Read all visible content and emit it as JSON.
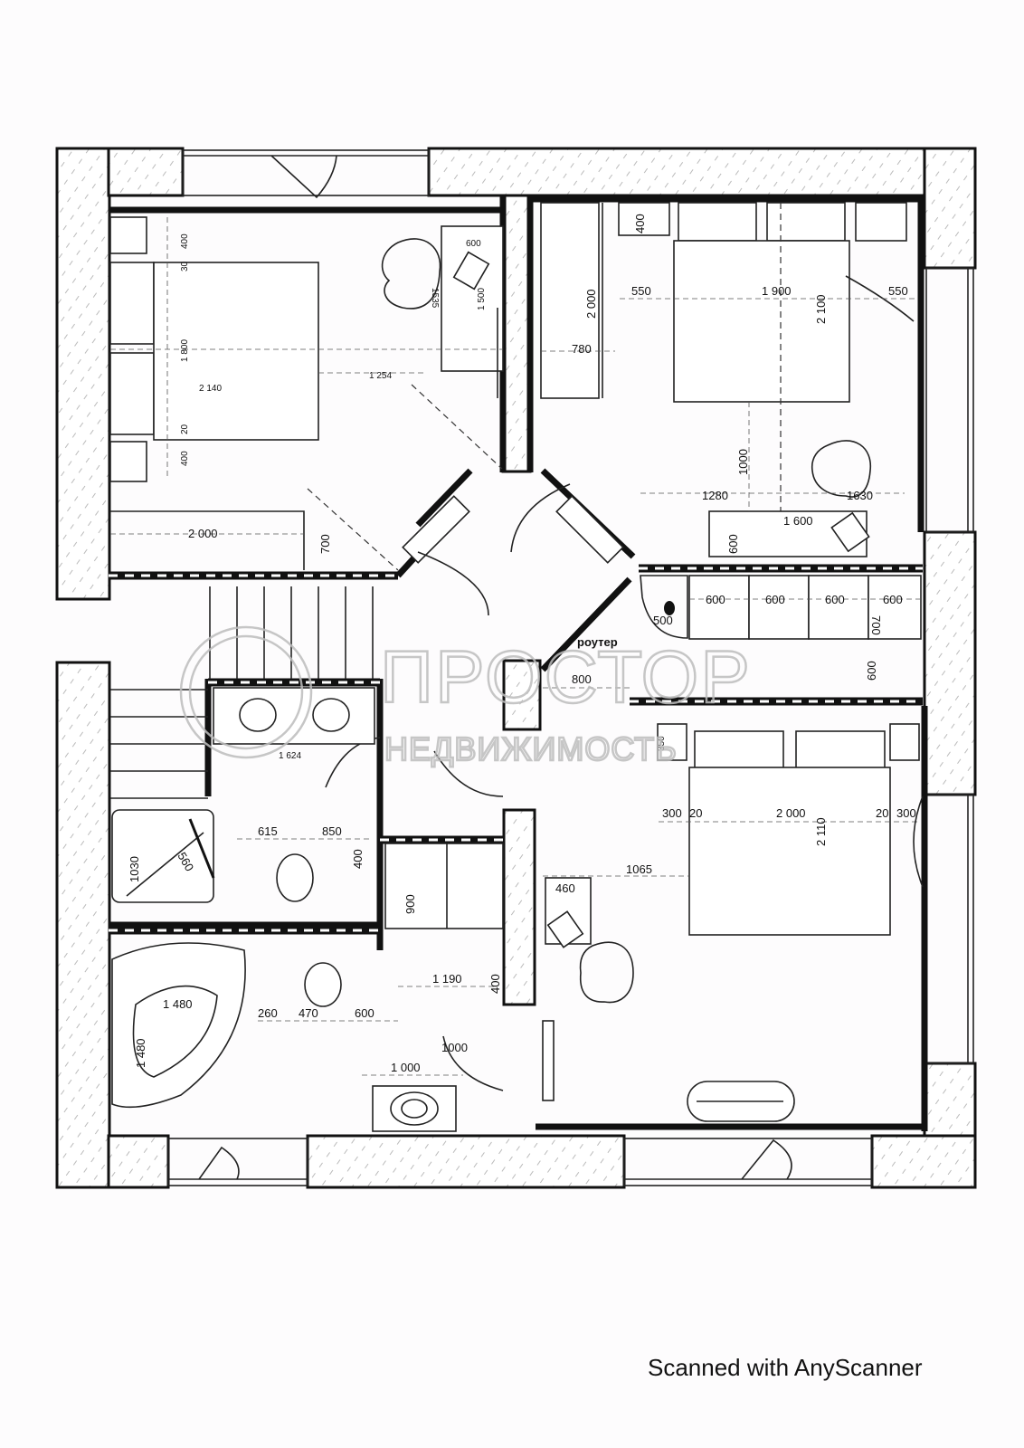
{
  "watermark": {
    "brand_line1": "ПРОСТОР",
    "brand_line2": "НЕДВИЖИМОСТЬ"
  },
  "footer": {
    "scan_caption": "Scanned with AnyScanner"
  },
  "rooms": {
    "bedroom_top_left": {
      "dims": {
        "top_400": "400",
        "gap_30": "30",
        "bed_1800": "1 800",
        "bed_length_2140": "2 140",
        "to_desk_1254": "1 254",
        "gap_20": "20",
        "bottom_400": "400",
        "desk_600": "600",
        "chair_1535": "1535",
        "desk_1500": "1 500",
        "wardrobe_2000": "2 000",
        "wardrobe_700": "700"
      }
    },
    "bedroom_top_right": {
      "dims": {
        "nightstand_400": "400",
        "wardrobe_2000": "2 000",
        "left_550": "550",
        "bed_1900": "1 900",
        "bed_2100": "2 100",
        "right_550": "550",
        "wardrobe_780": "780",
        "clear_1000": "1000",
        "desk_offset_1280": "1280",
        "chair_1630": "1630",
        "desk_1600": "1 600",
        "desk_depth_600": "600"
      }
    },
    "hall_storage": {
      "dims": {
        "corner_500": "500",
        "cab_1": "600",
        "cab_2": "600",
        "cab_3": "600",
        "depth_700": "700",
        "cab_4": "600",
        "depth_600": "600"
      }
    },
    "hall": {
      "router_label": "роутер",
      "dims": {
        "width_800": "800"
      }
    },
    "bathroom_upper": {
      "dims": {
        "vanity_1624": "1 624",
        "shower_1030": "1030",
        "shower_560": "560",
        "wc_615": "615",
        "wc_850": "850",
        "wc_400": "400",
        "cabinet_900": "900"
      }
    },
    "bathroom_lower": {
      "dims": {
        "bath_1480a": "1 480",
        "bath_1480b": "1 480",
        "gap_260": "260",
        "bidet_470": "470",
        "gap_600": "600",
        "width_1190": "1 190",
        "rail_400": "400",
        "door_1000": "1000",
        "basin_1000": "1 000"
      }
    },
    "bedroom_bottom_right": {
      "dims": {
        "nightstand_350": "350",
        "left_300": "300",
        "left_20": "20",
        "bed_2000": "2 000",
        "bed_2110": "2 110",
        "right_20": "20",
        "right_300": "300",
        "to_bed_1065": "1065",
        "desk_460": "460"
      }
    }
  }
}
